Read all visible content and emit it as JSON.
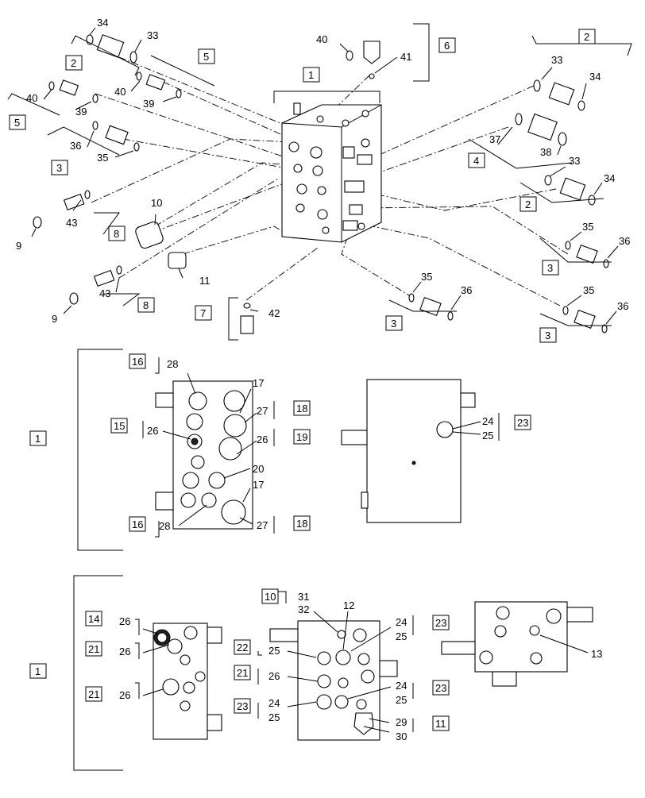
{
  "callouts": {
    "c34a": "34",
    "c33a": "33",
    "c2a": "2",
    "c5a": "5",
    "c40a": "40",
    "c39a": "39",
    "c40b": "40",
    "c39b": "39",
    "c5b": "5",
    "c36a": "36",
    "c35a": "35",
    "c3a": "3",
    "c10a": "10",
    "c43a": "43",
    "c8a": "8",
    "c9a": "9",
    "c11a": "11",
    "c43b": "43",
    "c8b": "8",
    "c9b": "9",
    "c1top": "1",
    "c40c": "40",
    "c41": "41",
    "c6": "6",
    "c7": "7",
    "c42": "42",
    "c2b": "2",
    "c33b": "33",
    "c34b": "34",
    "c37": "37",
    "c38": "38",
    "c4": "4",
    "c33c": "33",
    "c34c": "34",
    "c2c": "2",
    "c35b": "35",
    "c36b": "36",
    "c3b": "3",
    "c35c": "35",
    "c36c": "36",
    "c3c": "3",
    "c35d": "35",
    "c36d": "36",
    "c3d": "3",
    "m16a": "16",
    "m28a": "28",
    "m17a": "17",
    "m27a": "27",
    "m18a": "18",
    "m15": "15",
    "m26a": "26",
    "m26b": "26",
    "m19": "19",
    "m20": "20",
    "m17b": "17",
    "m16b": "16",
    "m28b": "28",
    "m27b": "27",
    "m18b": "18",
    "m1": "1",
    "m24": "24",
    "m25": "25",
    "m23": "23",
    "b14": "14",
    "b26a": "26",
    "b21a": "21",
    "b26b": "26",
    "b21b": "21",
    "b26c": "26",
    "b1": "1",
    "b10": "10",
    "b31": "31",
    "b32": "32",
    "b12": "12",
    "b24a": "24",
    "b25a": "25",
    "b23a": "23",
    "b22": "22",
    "b25b": "25",
    "b21c": "21",
    "b26d": "26",
    "b24b": "24",
    "b25c": "25",
    "b23b": "23",
    "b23c": "23",
    "b24c": "24",
    "b25d": "25",
    "b29": "29",
    "b30": "30",
    "b11": "11",
    "b13": "13"
  }
}
